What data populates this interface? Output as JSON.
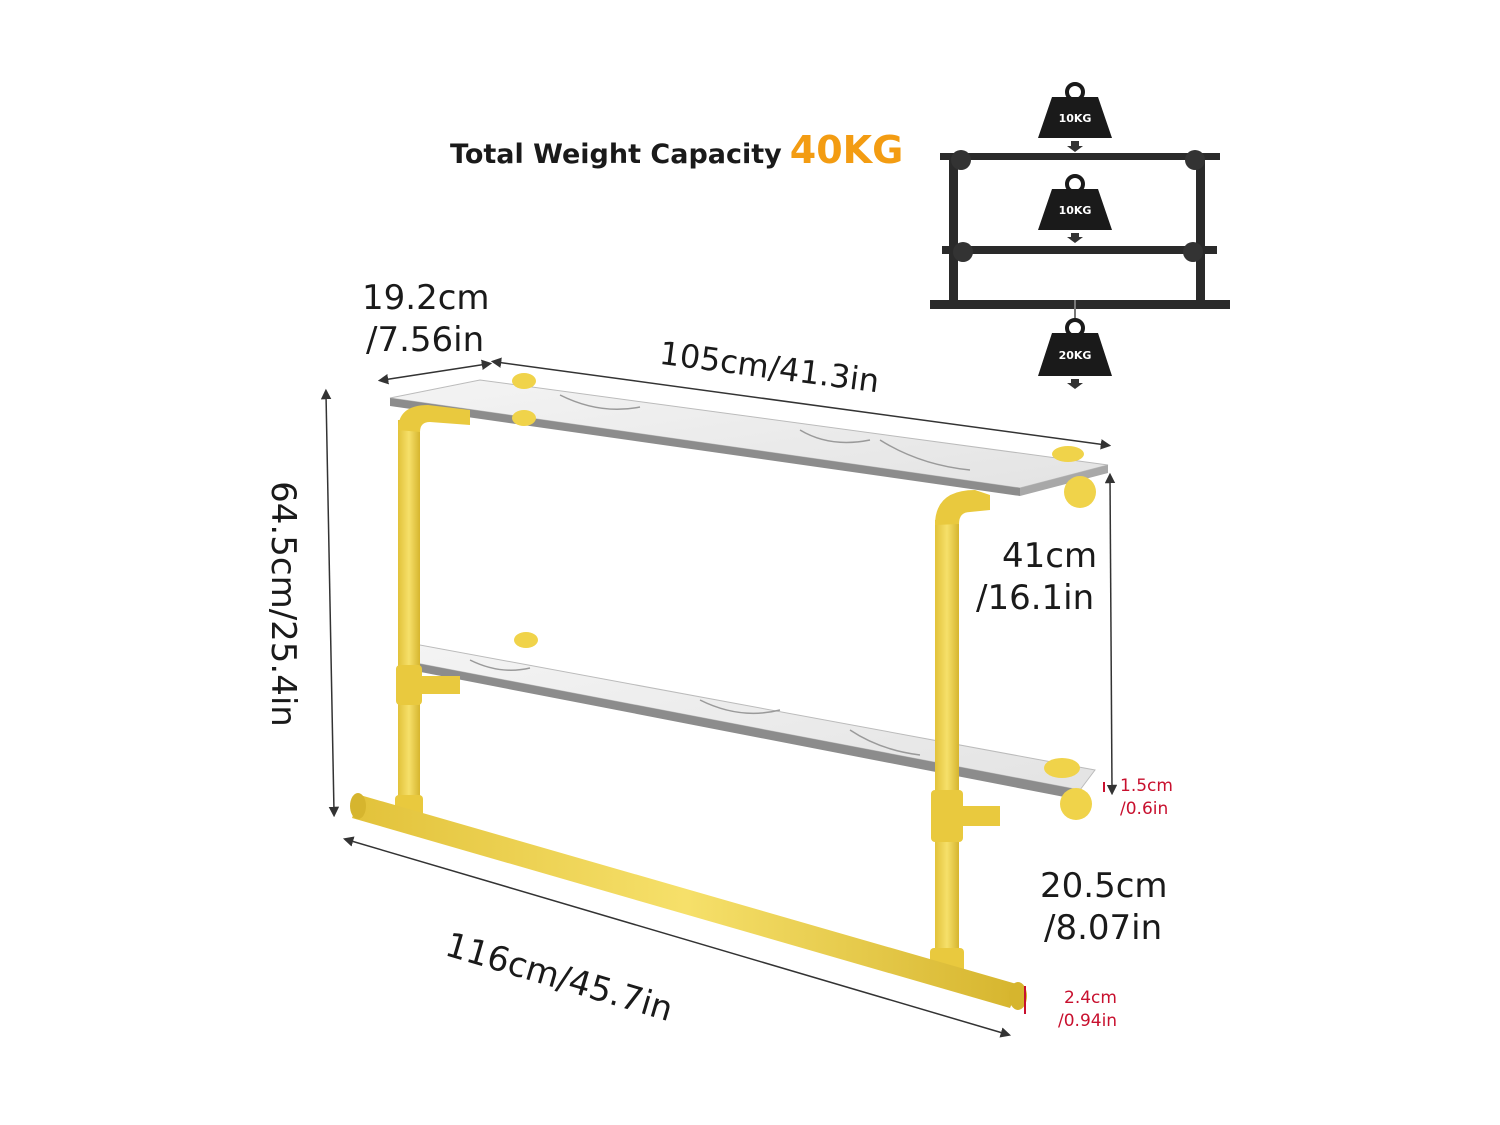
{
  "headline": {
    "text": "Total Weight Capacity",
    "capacity": "40KG"
  },
  "weights": {
    "top": "10KG",
    "middle": "10KG",
    "bottom": "20KG"
  },
  "dimensions": {
    "depth_cm": "19.2cm",
    "depth_in": "/7.56in",
    "shelf_length": "105cm/41.3in",
    "height": "64.5cm/25.4in",
    "spacing_cm": "41cm",
    "spacing_in": "/16.1in",
    "thickness_cm": "1.5cm",
    "thickness_in": "/0.6in",
    "rod_drop_cm": "20.5cm",
    "rod_drop_in": "/8.07in",
    "rod_length": "116cm/45.7in",
    "rod_diameter_cm": "2.4cm",
    "rod_diameter_in": "/0.94in"
  },
  "colors": {
    "pipe": "#f0d34a",
    "accent": "#f39c12",
    "dimension_red": "#c8102e"
  }
}
